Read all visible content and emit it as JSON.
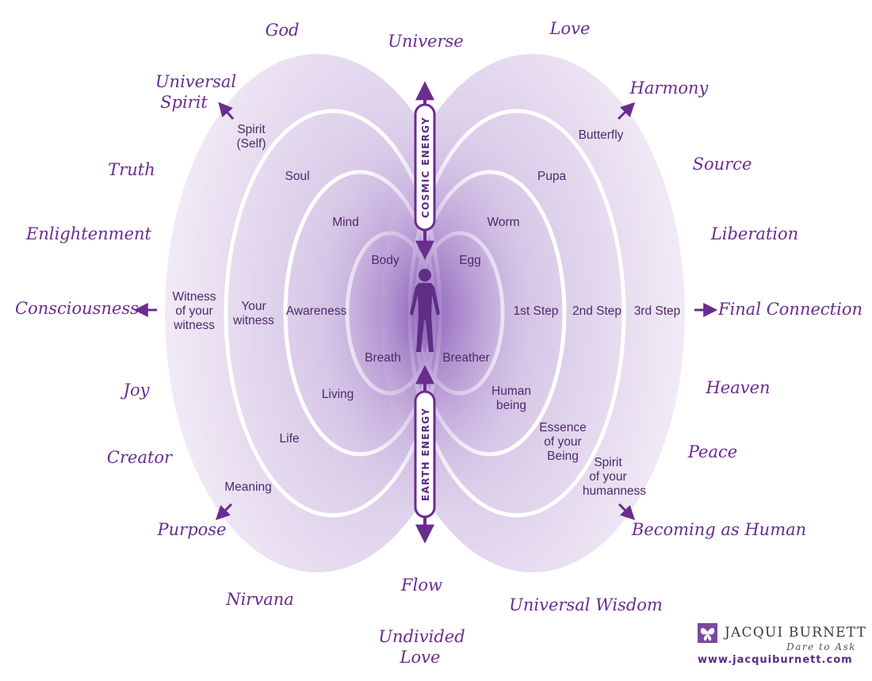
{
  "layers": {
    "outer": {
      "spirit": [
        "Spirit",
        "(Self)"
      ],
      "witness": [
        "Witness",
        "of your",
        "witness"
      ],
      "meaning": "Meaning",
      "butterfly": "Butterfly",
      "step": "3rd Step",
      "spirit_humanness": [
        "Spirit",
        "of your",
        "humanness"
      ]
    },
    "third": {
      "soul": "Soul",
      "your_witness": [
        "Your",
        "witness"
      ],
      "life": "Life",
      "pupa": "Pupa",
      "step": "2nd Step",
      "essence": [
        "Essence",
        "of your",
        "Being"
      ]
    },
    "second": {
      "mind": "Mind",
      "awareness": "Awareness",
      "living": "Living",
      "worm": "Worm",
      "step": "1st Step",
      "human_being": [
        "Human",
        "being"
      ]
    },
    "core": {
      "body": "Body",
      "egg": "Egg",
      "breath": "Breath",
      "breather": "Breather"
    }
  },
  "energies": {
    "cosmic": "COSMIC ENERGY",
    "earth": "EARTH ENERGY"
  },
  "outer_words": {
    "god": "God",
    "universe": "Universe",
    "love": "Love",
    "universal_spirit": [
      "Universal",
      "Spirit"
    ],
    "harmony": "Harmony",
    "truth": "Truth",
    "source": "Source",
    "enlightenment": "Enlightenment",
    "liberation": "Liberation",
    "consciousness": "Consciousness",
    "final_connection": "Final Connection",
    "joy": "Joy",
    "heaven": "Heaven",
    "creator": "Creator",
    "peace": "Peace",
    "purpose": "Purpose",
    "becoming_human": "Becoming as Human",
    "flow": "Flow",
    "nirvana": "Nirvana",
    "universal_wisdom": "Universal Wisdom",
    "undivided_love": [
      "Undivided",
      "Love"
    ]
  },
  "brand": {
    "name": "JACQUI BURNETT",
    "tagline": "Dare to Ask",
    "url": "www.jacquiburnett.com"
  },
  "colors": {
    "accent": "#6a2c8f",
    "lobe_fill": "#efe8f5",
    "glow": "#8a5bb8",
    "ring": "#ffffff"
  },
  "icons": {
    "figure": "human-figure-icon",
    "logo": "butterfly-logo-icon"
  }
}
